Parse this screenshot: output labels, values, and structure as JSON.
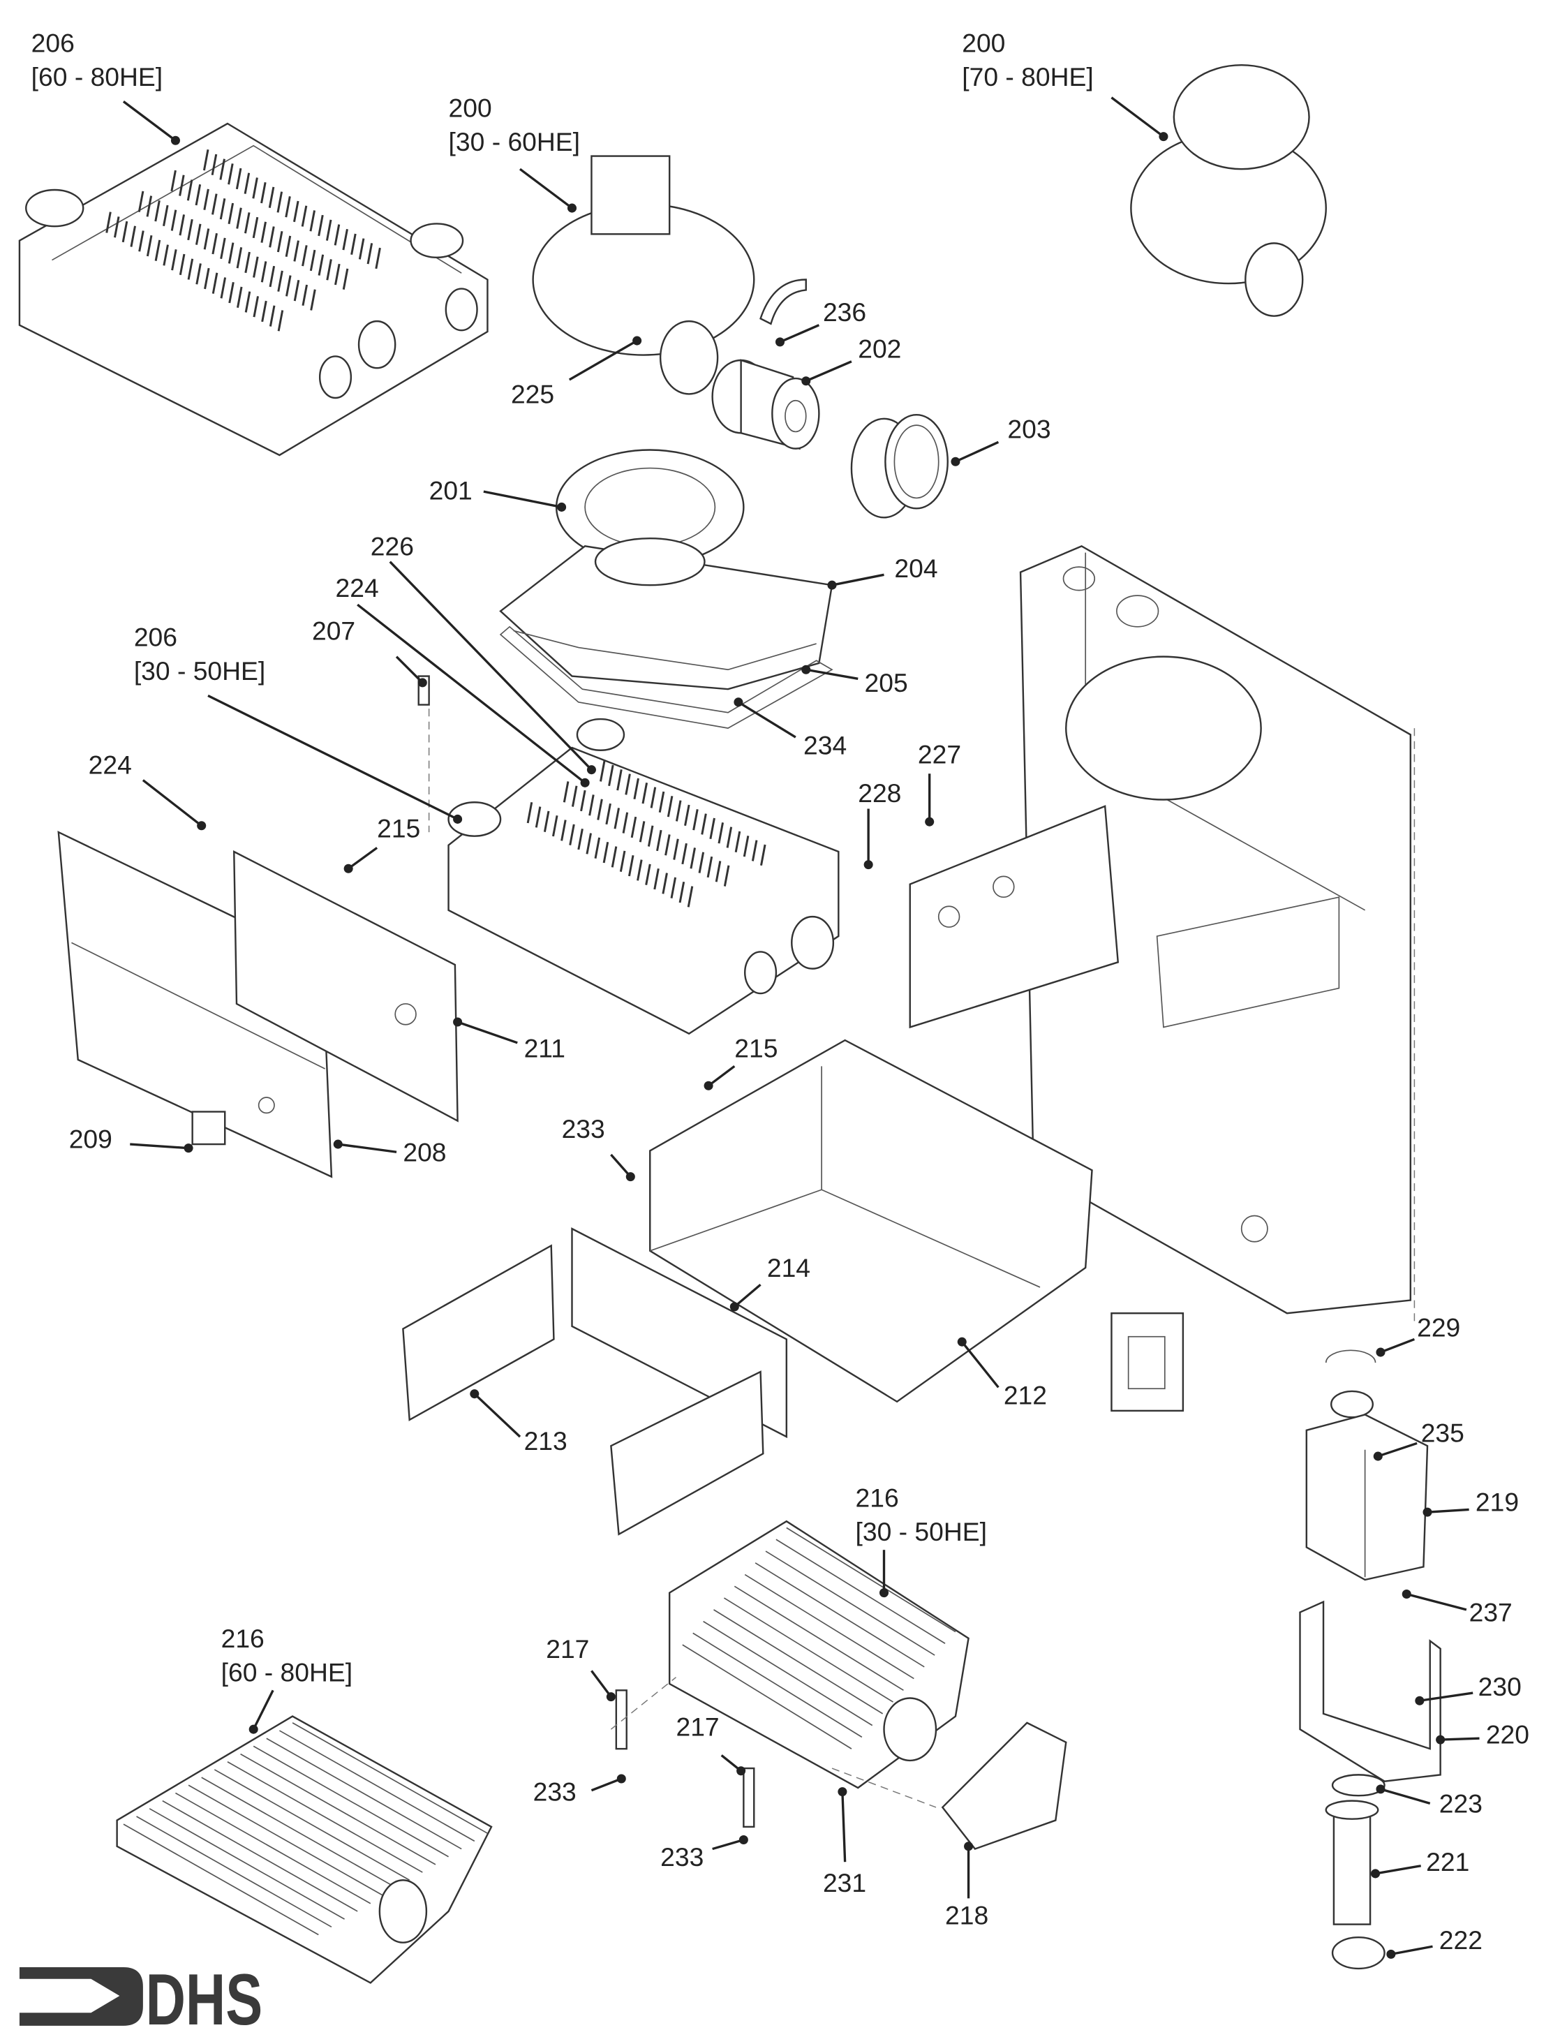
{
  "diagram": {
    "type": "exploded-parts-diagram",
    "callouts": [
      {
        "part": "206",
        "note": "[60 - 80HE]"
      },
      {
        "part": "200",
        "note": "[30 - 60HE]"
      },
      {
        "part": "200",
        "note": "[70 - 80HE]"
      },
      {
        "part": "236"
      },
      {
        "part": "202"
      },
      {
        "part": "225"
      },
      {
        "part": "203"
      },
      {
        "part": "201"
      },
      {
        "part": "204"
      },
      {
        "part": "226"
      },
      {
        "part": "224"
      },
      {
        "part": "207"
      },
      {
        "part": "206",
        "note": "[30 - 50HE]"
      },
      {
        "part": "205"
      },
      {
        "part": "234"
      },
      {
        "part": "224"
      },
      {
        "part": "227"
      },
      {
        "part": "228"
      },
      {
        "part": "215"
      },
      {
        "part": "211"
      },
      {
        "part": "215"
      },
      {
        "part": "233"
      },
      {
        "part": "209"
      },
      {
        "part": "208"
      },
      {
        "part": "214"
      },
      {
        "part": "229"
      },
      {
        "part": "212"
      },
      {
        "part": "213"
      },
      {
        "part": "235"
      },
      {
        "part": "216",
        "note": "[30 - 50HE]"
      },
      {
        "part": "219"
      },
      {
        "part": "237"
      },
      {
        "part": "216",
        "note": "[60 - 80HE]"
      },
      {
        "part": "217"
      },
      {
        "part": "230"
      },
      {
        "part": "217"
      },
      {
        "part": "220"
      },
      {
        "part": "233"
      },
      {
        "part": "223"
      },
      {
        "part": "233"
      },
      {
        "part": "231"
      },
      {
        "part": "221"
      },
      {
        "part": "218"
      },
      {
        "part": "222"
      }
    ]
  },
  "logo": {
    "text": "DHS",
    "color": "#3a3a3a"
  },
  "colors": {
    "line": "#333333",
    "text": "#222222",
    "background": "#ffffff"
  }
}
